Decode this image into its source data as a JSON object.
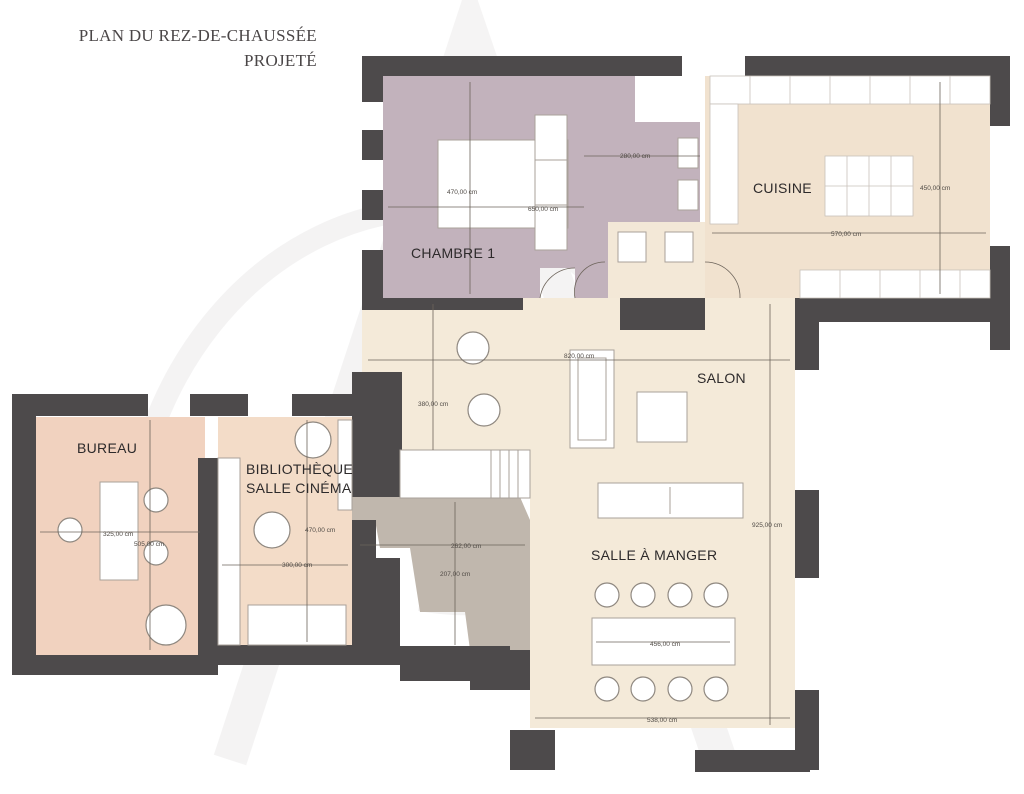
{
  "title": {
    "line1": "PLAN DU REZ-DE-CHAUSSÉE",
    "line2": "PROJETÉ"
  },
  "rooms": {
    "chambre": "CHAMBRE 1",
    "cuisine": "CUISINE",
    "salon": "SALON",
    "bureau": "BUREAU",
    "bibliotheque_line1": "BIBLIOTHÈQUE",
    "bibliotheque_line2": "SALLE CINÉMA",
    "salle_a_manger": "SALLE À MANGER"
  },
  "dimensions": {
    "chambre_width": "650,00 cm",
    "chambre_height": "470,00 cm",
    "chambre_bath": "280,00 cm",
    "cuisine_width": "570,00 cm",
    "cuisine_height": "450,00 cm",
    "salon_width": "820,00 cm",
    "salon_height": "380,00 cm",
    "dining_height": "925,00 cm",
    "dining_width": "538,00 cm",
    "table_length": "456,00 cm",
    "bureau_width": "325,00 cm",
    "bureau_height": "505,00 cm",
    "biblio_width": "300,00 cm",
    "biblio_height": "470,00 cm",
    "corridor_width": "262,00 cm",
    "corridor_height": "207,00 cm"
  },
  "colors": {
    "wall": "#4d4a4b",
    "chambre_fill": "#c2b2bc",
    "cuisine_fill": "#f1e2cf",
    "salon_fill": "#f4ead9",
    "bureau_fill": "#f1d2bf",
    "biblio_fill": "#f3dcc8",
    "corridor_fill": "#c0b7ad"
  }
}
